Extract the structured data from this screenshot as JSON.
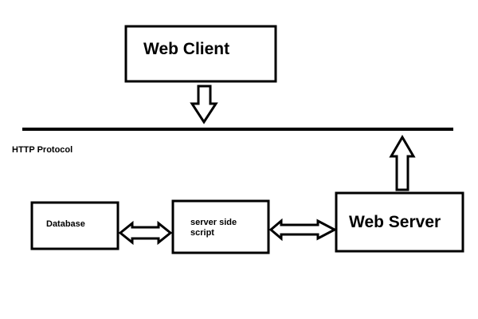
{
  "diagram": {
    "nodes": {
      "web_client": "Web Client",
      "http_protocol": "HTTP Protocol",
      "database": "Database",
      "server_side_script": "server side script",
      "web_server": "Web Server"
    },
    "connections": [
      {
        "from": "Web Client",
        "to": "HTTP Protocol",
        "direction": "one-way"
      },
      {
        "from": "Web Server",
        "to": "HTTP Protocol",
        "direction": "one-way"
      },
      {
        "from": "Database",
        "to": "server side script",
        "direction": "two-way"
      },
      {
        "from": "server side script",
        "to": "Web Server",
        "direction": "two-way"
      }
    ],
    "colors": {
      "stroke": "#000000",
      "background": "#ffffff"
    }
  }
}
